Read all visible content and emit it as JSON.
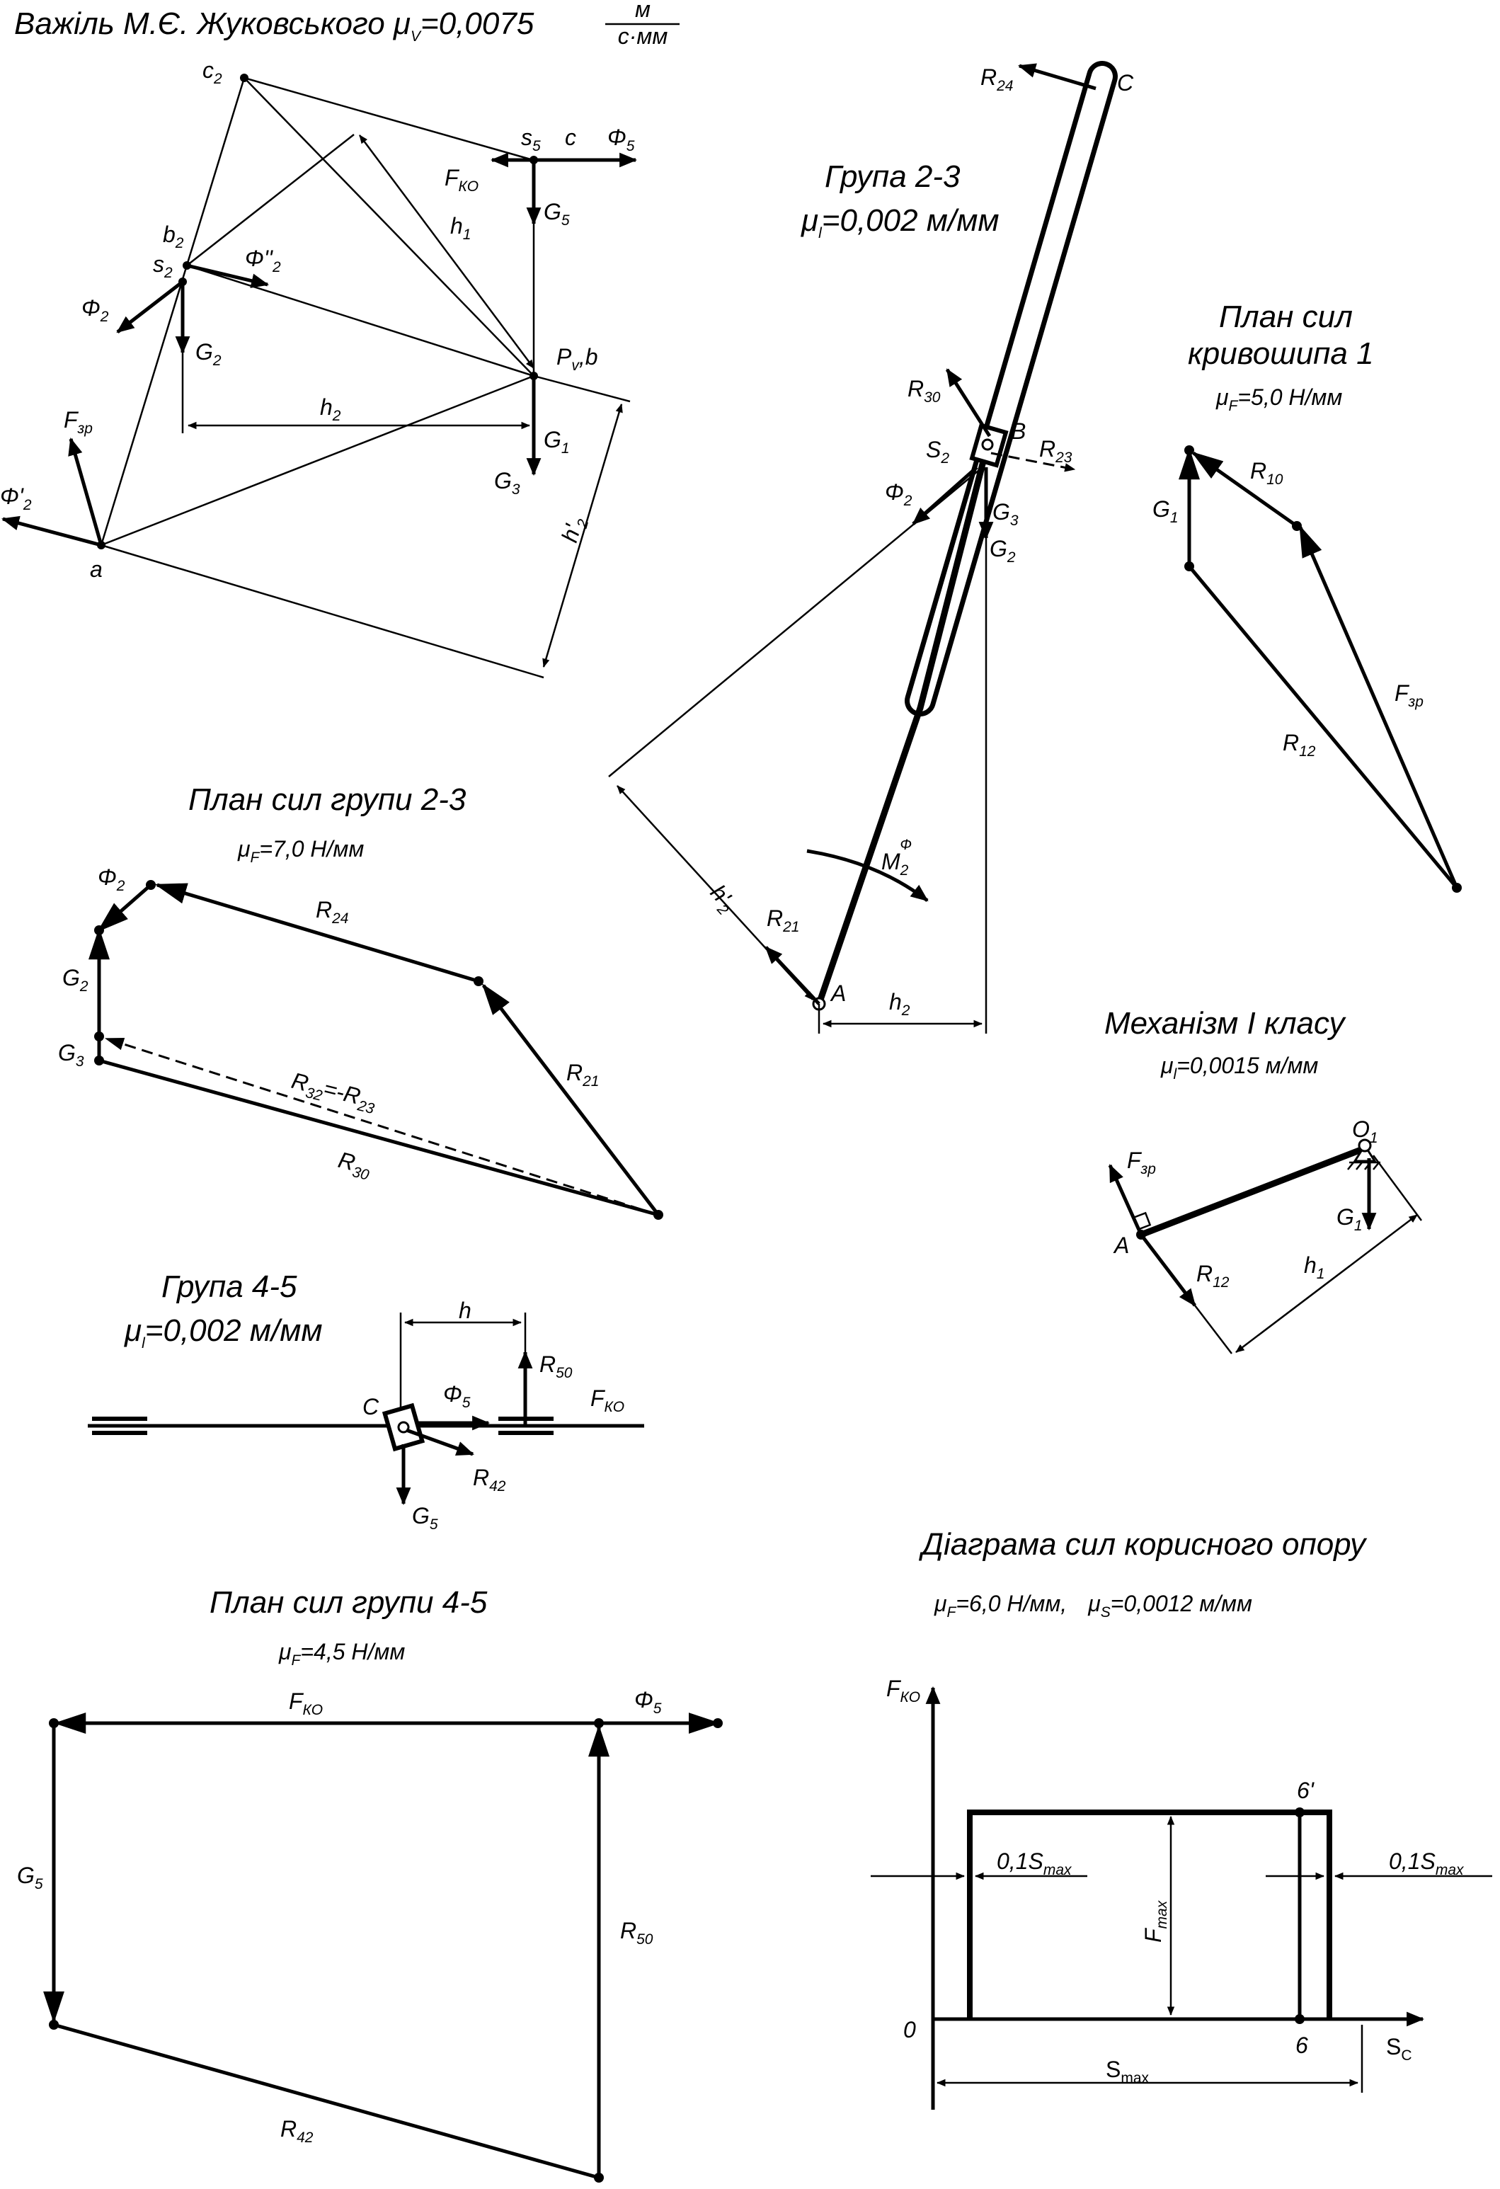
{
  "zhukovsky": {
    "title": "Важіль М.Є. Жуковського μ",
    "mu_sub": "V",
    "mu_value": "=0,0075",
    "frac_num": "м",
    "frac_den": "с·мм",
    "labels": {
      "c2": "c",
      "c2_sub": "2",
      "b2": "b",
      "b2_sub": "2",
      "s2": "s",
      "s2_sub": "2",
      "s5": "s",
      "s5_sub": "5",
      "c": "c",
      "a": "a",
      "pvb": "P",
      "pvb_sub": "v",
      "pvb_tail": ",b",
      "F": "F",
      "F_sub": "зр",
      "Phi2p": "Φ'",
      "Phi2p_sub": "2",
      "Phi2": "Φ",
      "Phi2_sub": "2",
      "Phi2pp": "Φ''",
      "Phi2pp_sub": "2",
      "Phi5": "Φ",
      "Phi5_sub": "5",
      "Fk": "F",
      "Fk_sub": "КО",
      "G5": "G",
      "G5_sub": "5",
      "G2": "G",
      "G2_sub": "2",
      "G1": "G",
      "G1_sub": "1",
      "G3": "G",
      "G3_sub": "3",
      "h1": "h",
      "h1_sub": "1",
      "h2": "h",
      "h2_sub": "2",
      "h2p": "h'",
      "h2p_sub": "2"
    }
  },
  "group23": {
    "title": "Група 2-3",
    "mu": "μ",
    "mu_sub": "l",
    "mu_value": "=0,002 м/мм",
    "labels": {
      "C": "C",
      "R24": "R",
      "R24_sub": "24",
      "R30": "R",
      "R30_sub": "30",
      "B": "B",
      "R23": "R",
      "R23_sub": "23",
      "S2": "S",
      "S2_sub": "2",
      "Phi2": "Φ",
      "Phi2_sub": "2",
      "G3": "G",
      "G3_sub": "3",
      "G2": "G",
      "G2_sub": "2",
      "M": "M",
      "M_sub": "2",
      "M_sup": "Ф",
      "h2p": "h'",
      "h2p_sub": "2",
      "R21": "R",
      "R21_sub": "21",
      "A": "A",
      "h2": "h",
      "h2_sub": "2"
    }
  },
  "crank_plan": {
    "title1": "План сил",
    "title2": "кривошипа 1",
    "mu": "μ",
    "mu_sub": "F",
    "mu_value": "=5,0 Н/мм",
    "labels": {
      "G1": "G",
      "G1_sub": "1",
      "R10": "R",
      "R10_sub": "10",
      "Fzr": "F",
      "Fzr_sub": "зр",
      "R12": "R",
      "R12_sub": "12"
    }
  },
  "plan23": {
    "title": "План сил групи 2-3",
    "mu": "μ",
    "mu_sub": "F",
    "mu_value": "=7,0 Н/мм",
    "labels": {
      "Phi2": "Φ",
      "Phi2_sub": "2",
      "G2": "G",
      "G2_sub": "2",
      "G3": "G",
      "G3_sub": "3",
      "R24": "R",
      "R24_sub": "24",
      "R21": "R",
      "R21_sub": "21",
      "R32": "R",
      "R32_sub": "32",
      "R32_mid": "=-R",
      "R23_sub": "23",
      "R30": "R",
      "R30_sub": "30"
    }
  },
  "mech1": {
    "title": "Механізм I класу",
    "mu": "μ",
    "mu_sub": "l",
    "mu_value": "=0,0015 м/мм",
    "labels": {
      "O1": "O",
      "O1_sub": "1",
      "F": "F",
      "F_sub": "зр",
      "A": "A",
      "G1": "G",
      "G1_sub": "1",
      "R12": "R",
      "R12_sub": "12",
      "h1": "h",
      "h1_sub": "1"
    }
  },
  "group45": {
    "title": "Група 4-5",
    "mu": "μ",
    "mu_sub": "l",
    "mu_value": "=0,002 м/мм",
    "labels": {
      "h": "h",
      "C": "C",
      "Phi5": "Φ",
      "Phi5_sub": "5",
      "R50": "R",
      "R50_sub": "50",
      "Fk": "F",
      "Fk_sub": "КО",
      "R42": "R",
      "R42_sub": "42",
      "G5": "G",
      "G5_sub": "5"
    }
  },
  "plan45": {
    "title": "План сил групи 4-5",
    "mu": "μ",
    "mu_sub": "F",
    "mu_value": "=4,5  Н/мм",
    "labels": {
      "Fk": "F",
      "Fk_sub": "КО",
      "Phi5": "Φ",
      "Phi5_sub": "5",
      "G5": "G",
      "G5_sub": "5",
      "R50": "R",
      "R50_sub": "50",
      "R42": "R",
      "R42_sub": "42"
    }
  },
  "diagram": {
    "title": "Діаграма сил корисного опору",
    "muF": "μ",
    "muF_sub": "F",
    "muF_value": "=6,0  Н/мм,",
    "muS": "μ",
    "muS_sub": "S",
    "muS_value": "=0,0012 м/мм",
    "labels": {
      "Fk": "F",
      "Fk_sub": "КО",
      "p6p": "6'",
      "s01": "0,1S",
      "s01_sub": "max",
      "s01b": "0,1S",
      "s01b_sub": "max",
      "Fmax": "F",
      "Fmax_sub": "max",
      "zero": "0",
      "six": "6",
      "Smax": "S",
      "Smax_sub": "max",
      "Sc": "S",
      "Sc_sub": "C"
    }
  }
}
